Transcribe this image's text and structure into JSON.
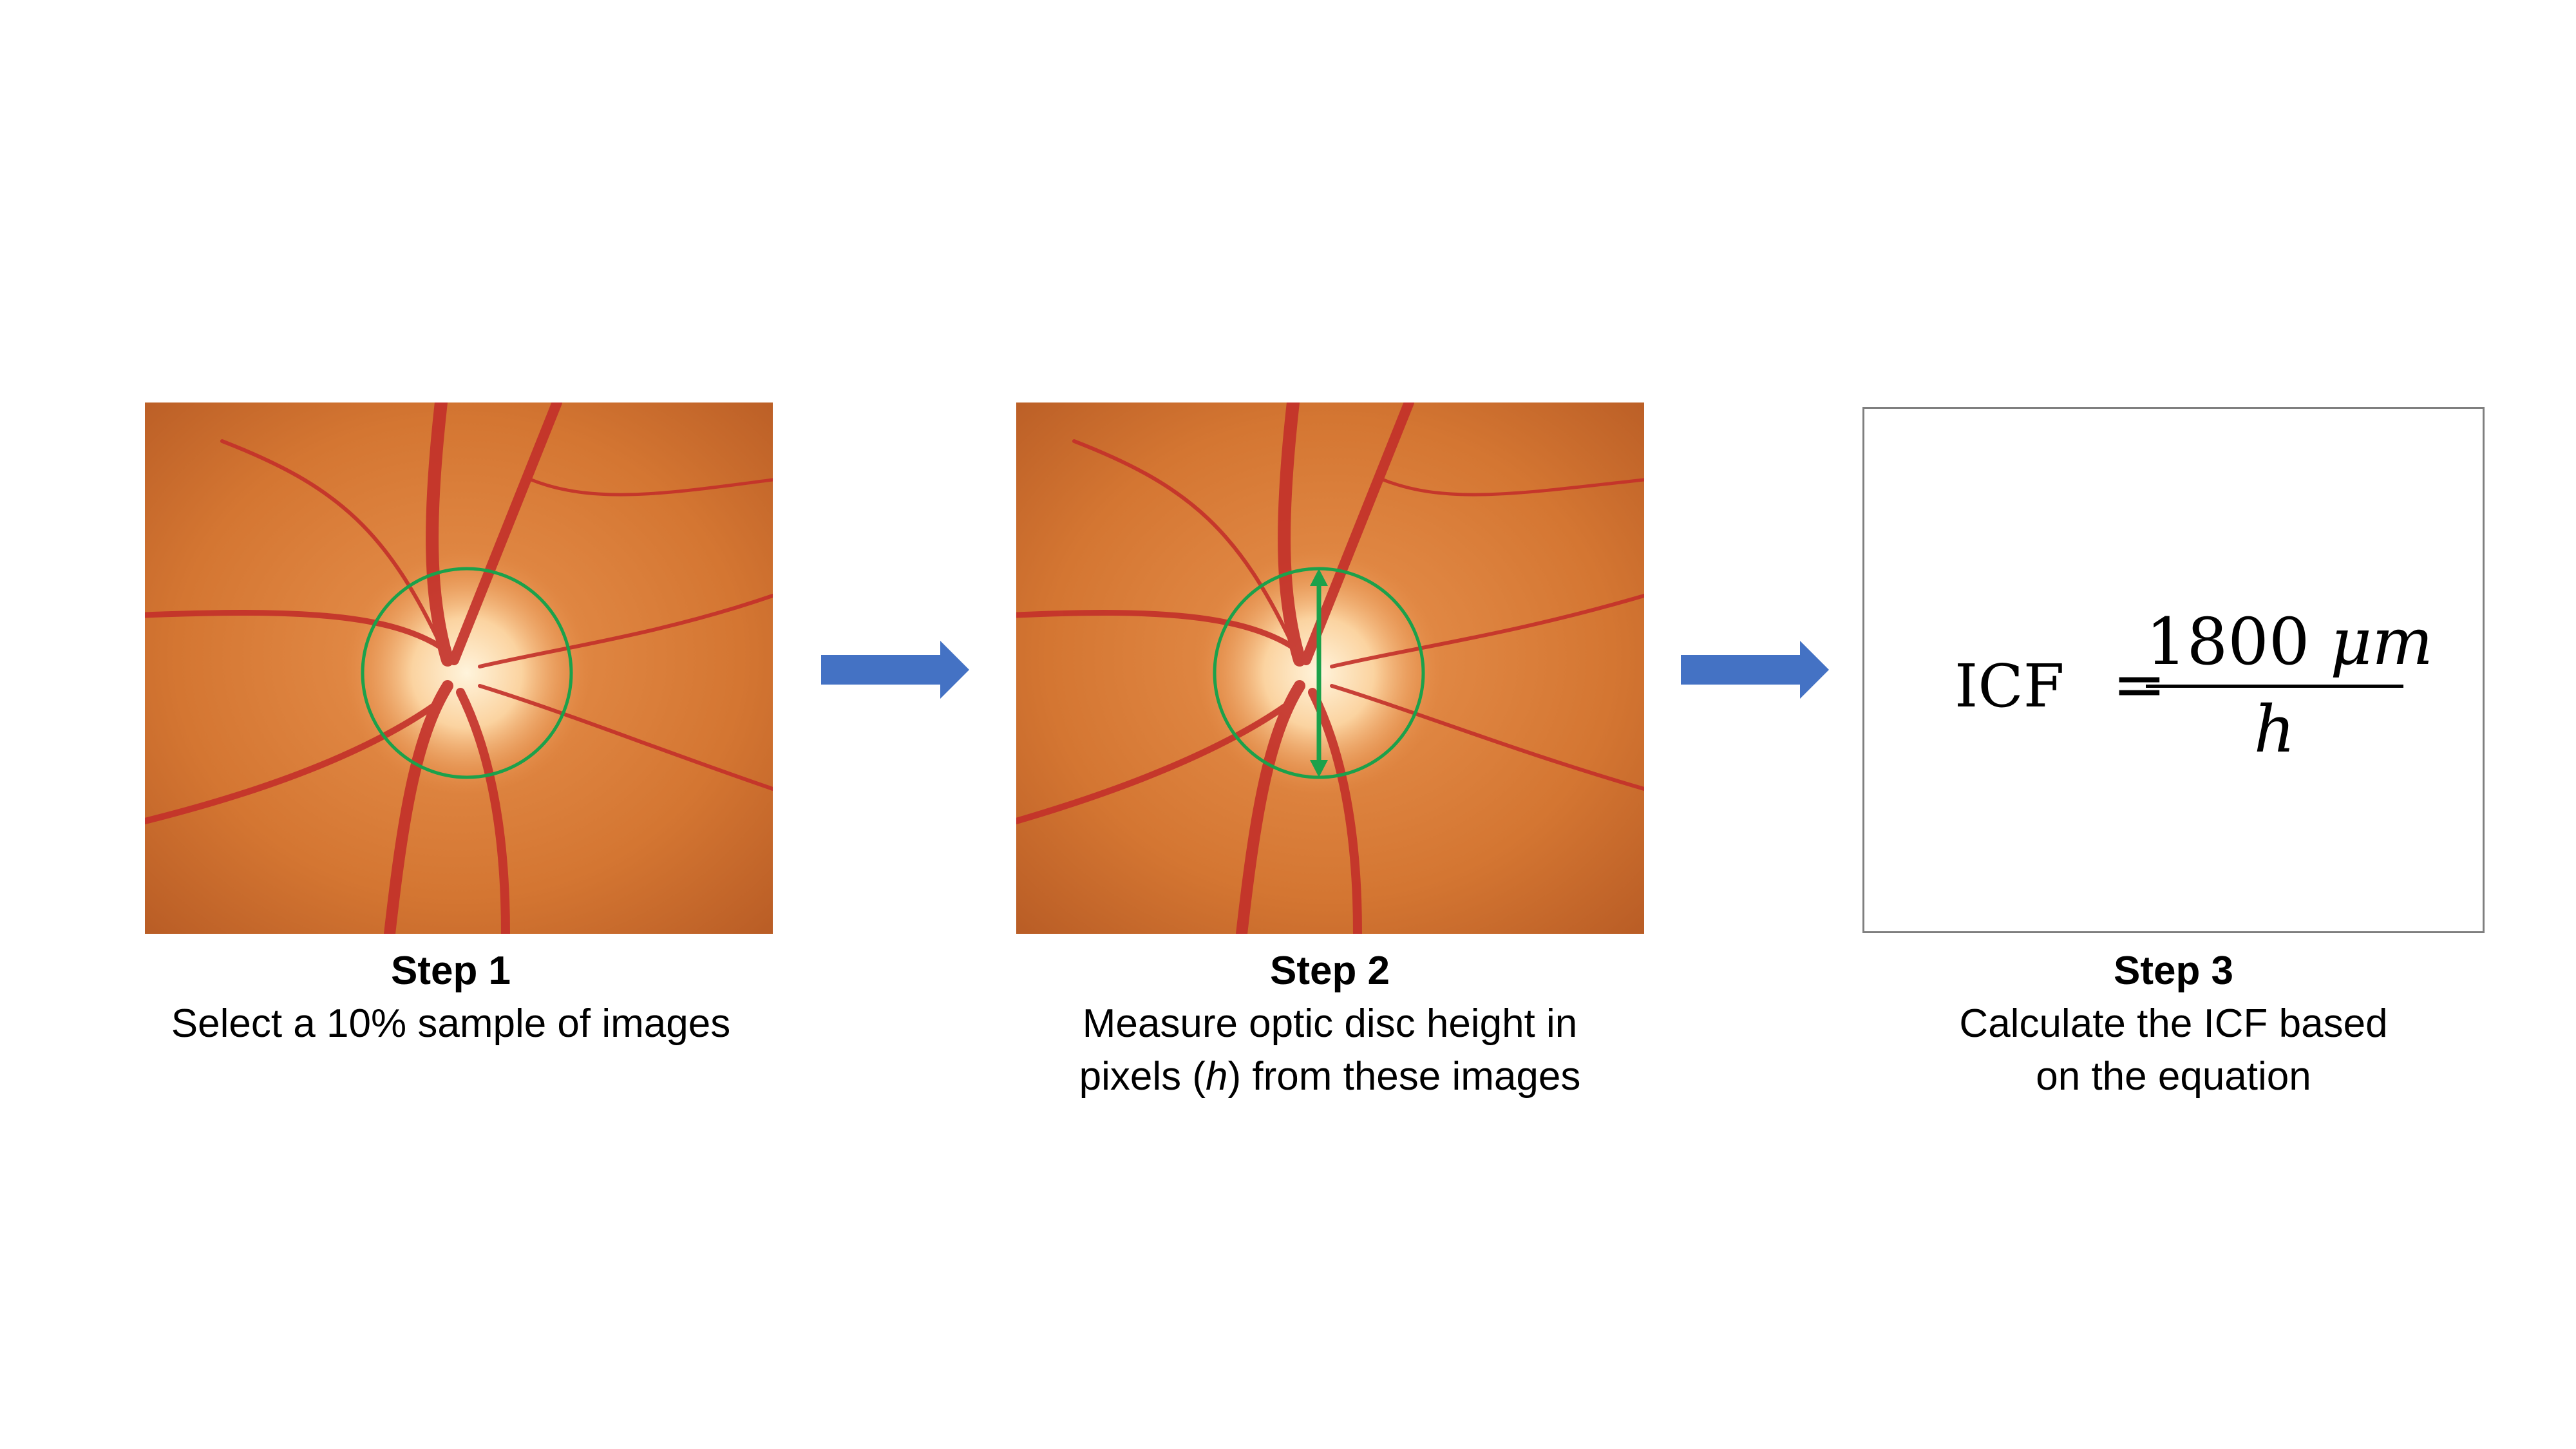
{
  "steps": [
    {
      "title": "Step 1",
      "lines": [
        "Select a 10% sample of images"
      ]
    },
    {
      "title": "Step 2",
      "line1": "Measure optic disc height in",
      "line2_pre": "pixels (",
      "line2_var": "h",
      "line2_post": ") from these images"
    },
    {
      "title": "Step 3",
      "lines": [
        "Calculate the ICF based",
        "on the equation"
      ]
    }
  ],
  "equation": {
    "lhs": "ICF",
    "equals": "=",
    "numerator_value": "1800",
    "numerator_unit": "μm",
    "denominator": "h"
  },
  "colors": {
    "arrow": "#4472c4",
    "annotation": "#1ba14b",
    "fundus_base": "#d4702e",
    "vessel": "#c3302a",
    "box_border": "#7f7f7f"
  },
  "icons": {
    "flow_arrow": "right-arrow-icon",
    "disc_outline": "circle-outline",
    "height_marker": "double-headed-arrow"
  }
}
